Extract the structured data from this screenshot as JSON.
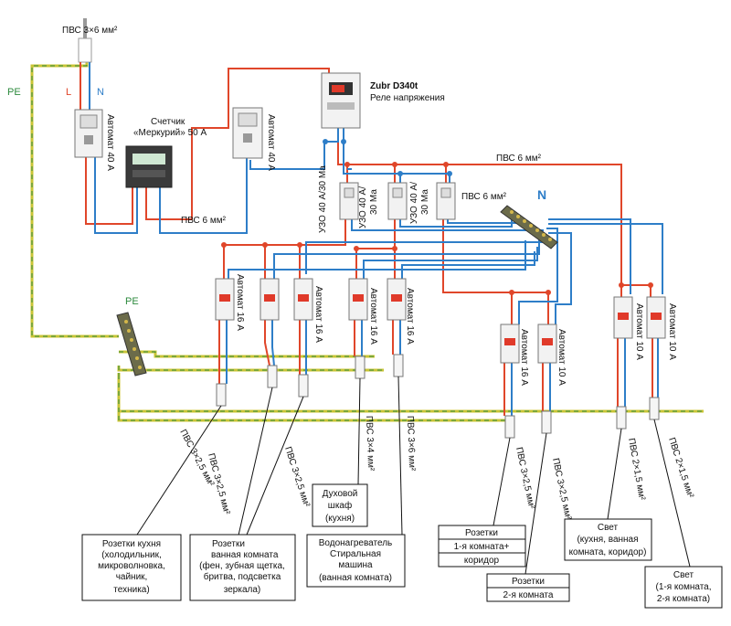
{
  "colors": {
    "phase": "#e0462a",
    "neutral": "#2e7ec8",
    "pe": "#c9c436",
    "pe_text": "#2d8a3e",
    "text": "#111111"
  },
  "input_cable": "ПВС 3×6 мм²",
  "labels": {
    "pe_left": "PE",
    "pe_mid": "PE",
    "l": "L",
    "n_small": "N",
    "n_bus": "N"
  },
  "main_breaker": "Автомат 40 А",
  "meter": {
    "line1": "Счетчик",
    "line2": "«Меркурий» 50 А"
  },
  "second_breaker": "Автомат 40 А",
  "relay": {
    "line1": "Zubr D340t",
    "line2": "Реле напряжения"
  },
  "cables": {
    "pvs6_a": "ПВС 6 мм²",
    "pvs6_b": "ПВС 6 мм²",
    "pvs6_c": "ПВС 6 мм²"
  },
  "rcds": [
    {
      "line1": "УЗО 40 А/30 Ма",
      "line2": ""
    },
    {
      "line1": "УЗО 40 А/",
      "line2": "30 Ма"
    },
    {
      "line1": "УЗО 40 А/",
      "line2": "30 Ма"
    }
  ],
  "breakers": [
    "Автомат 16 А",
    "Автомат 16 А",
    "Автомат 16 А",
    "Автомат 16 А",
    "Автомат 16 А",
    "Автомат 10 А",
    "Автомат 10 А"
  ],
  "circuit_cables": [
    "ПВС 3×2,5 мм²",
    "ПВС 3×2,5 мм²",
    "ПВС 3×2,5 мм²",
    "ПВС 3×4 мм²",
    "ПВС 3×6 мм²",
    "ПВС 3×2,5 мм²",
    "ПВС 3×2,5 мм²",
    "ПВС 2×1,5 мм²",
    "ПВС 2×1,5 мм²"
  ],
  "boxes": {
    "kitchen": [
      "Розетки кухня",
      "(холодильник,",
      "микроволновка,",
      "чайник,",
      "техника)"
    ],
    "bathroom": [
      "Розетки",
      "ванная комната",
      "(фен, зубная щетка,",
      "бритва, подсветка",
      "зеркала)"
    ],
    "oven": [
      "Духовой",
      "шкаф",
      "(кухня)"
    ],
    "washer": [
      "Водонагреватель",
      "Стиральная",
      "машина",
      "(ванная комната)"
    ],
    "room1": [
      "Розетки",
      "1-я комната+",
      "коридор"
    ],
    "room2": [
      "Розетки",
      "2-я комната"
    ],
    "light1": [
      "Свет",
      "(кухня, ванная",
      "комната, коридор)"
    ],
    "light2": [
      "Свет",
      "(1-я комната,",
      "2-я комната)"
    ]
  }
}
